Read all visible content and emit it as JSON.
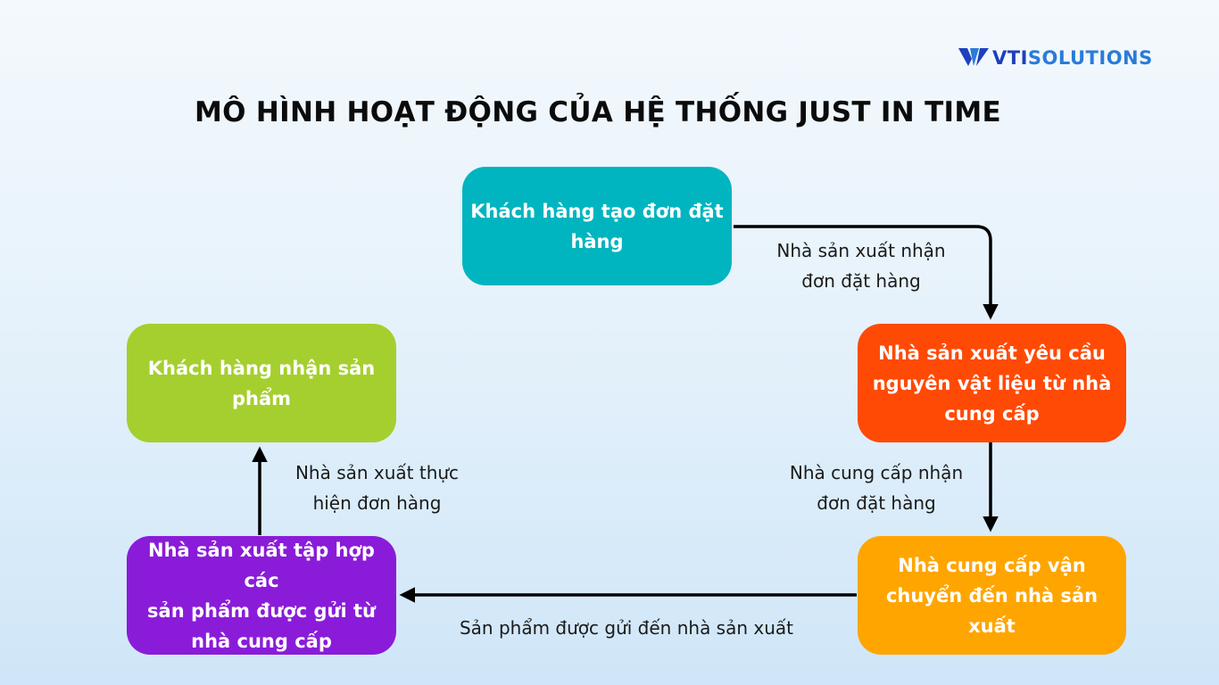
{
  "brand": {
    "prefix": "VTI",
    "suffix": "SOLUTIONS"
  },
  "title": "MÔ HÌNH HOẠT ĐỘNG CỦA HỆ THỐNG JUST IN TIME",
  "colors": {
    "teal": "#00b5c0",
    "orange": "#ff4a05",
    "amber": "#ffa500",
    "purple": "#8a1cd9",
    "green": "#a5cf2e",
    "arrow": "#000000"
  },
  "nodes": {
    "customer_order": {
      "lines": [
        "Khách hàng tạo đơn đặt",
        "hàng"
      ]
    },
    "manufacturer_request": {
      "lines": [
        "Nhà sản xuất yêu cầu",
        "nguyên vật liệu từ nhà",
        "cung cấp"
      ]
    },
    "supplier_ship": {
      "lines": [
        "Nhà cung cấp vận",
        "chuyển đến nhà sản xuất"
      ]
    },
    "manufacturer_assemble": {
      "lines": [
        "Nhà sản xuất tập hợp các",
        "sản phẩm được gửi từ",
        "nhà cung cấp"
      ]
    },
    "customer_receive": {
      "lines": [
        "Khách hàng nhận sản",
        "phẩm"
      ]
    }
  },
  "edges": {
    "e1": {
      "lines": [
        "Nhà sản xuất nhận",
        "đơn đặt hàng"
      ]
    },
    "e2": {
      "lines": [
        "Nhà cung cấp nhận",
        "đơn đặt hàng"
      ]
    },
    "e3": {
      "lines": [
        "Sản phẩm được gửi đến nhà sản xuất"
      ]
    },
    "e4": {
      "lines": [
        "Nhà sản xuất thực",
        "hiện đơn hàng"
      ]
    }
  }
}
